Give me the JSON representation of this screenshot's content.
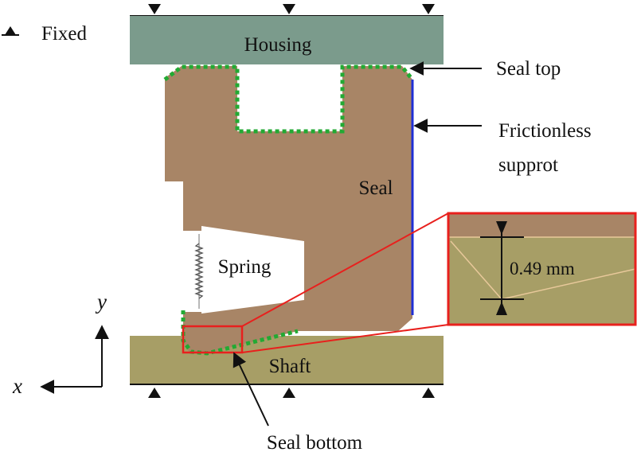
{
  "legend": {
    "fixed_label": "Fixed"
  },
  "parts": {
    "housing_label": "Housing",
    "seal_label": "Seal",
    "spring_label": "Spring",
    "shaft_label": "Shaft"
  },
  "callouts": {
    "seal_top": "Seal top",
    "frictionless_line1": "Frictionless",
    "frictionless_line2": "supprot",
    "seal_bottom": "Seal bottom"
  },
  "inset": {
    "dimension_label": "0.49 mm"
  },
  "axes": {
    "x_label": "x",
    "y_label": "y"
  },
  "colors": {
    "housing": "#7b9b8c",
    "seal": "#a88566",
    "shaft": "#a79e66",
    "contact_dots": "#22aa33",
    "frictionless_support": "#1f2fd6",
    "zoom_box": "#e8201d",
    "inset_line": "#e8c89a"
  }
}
